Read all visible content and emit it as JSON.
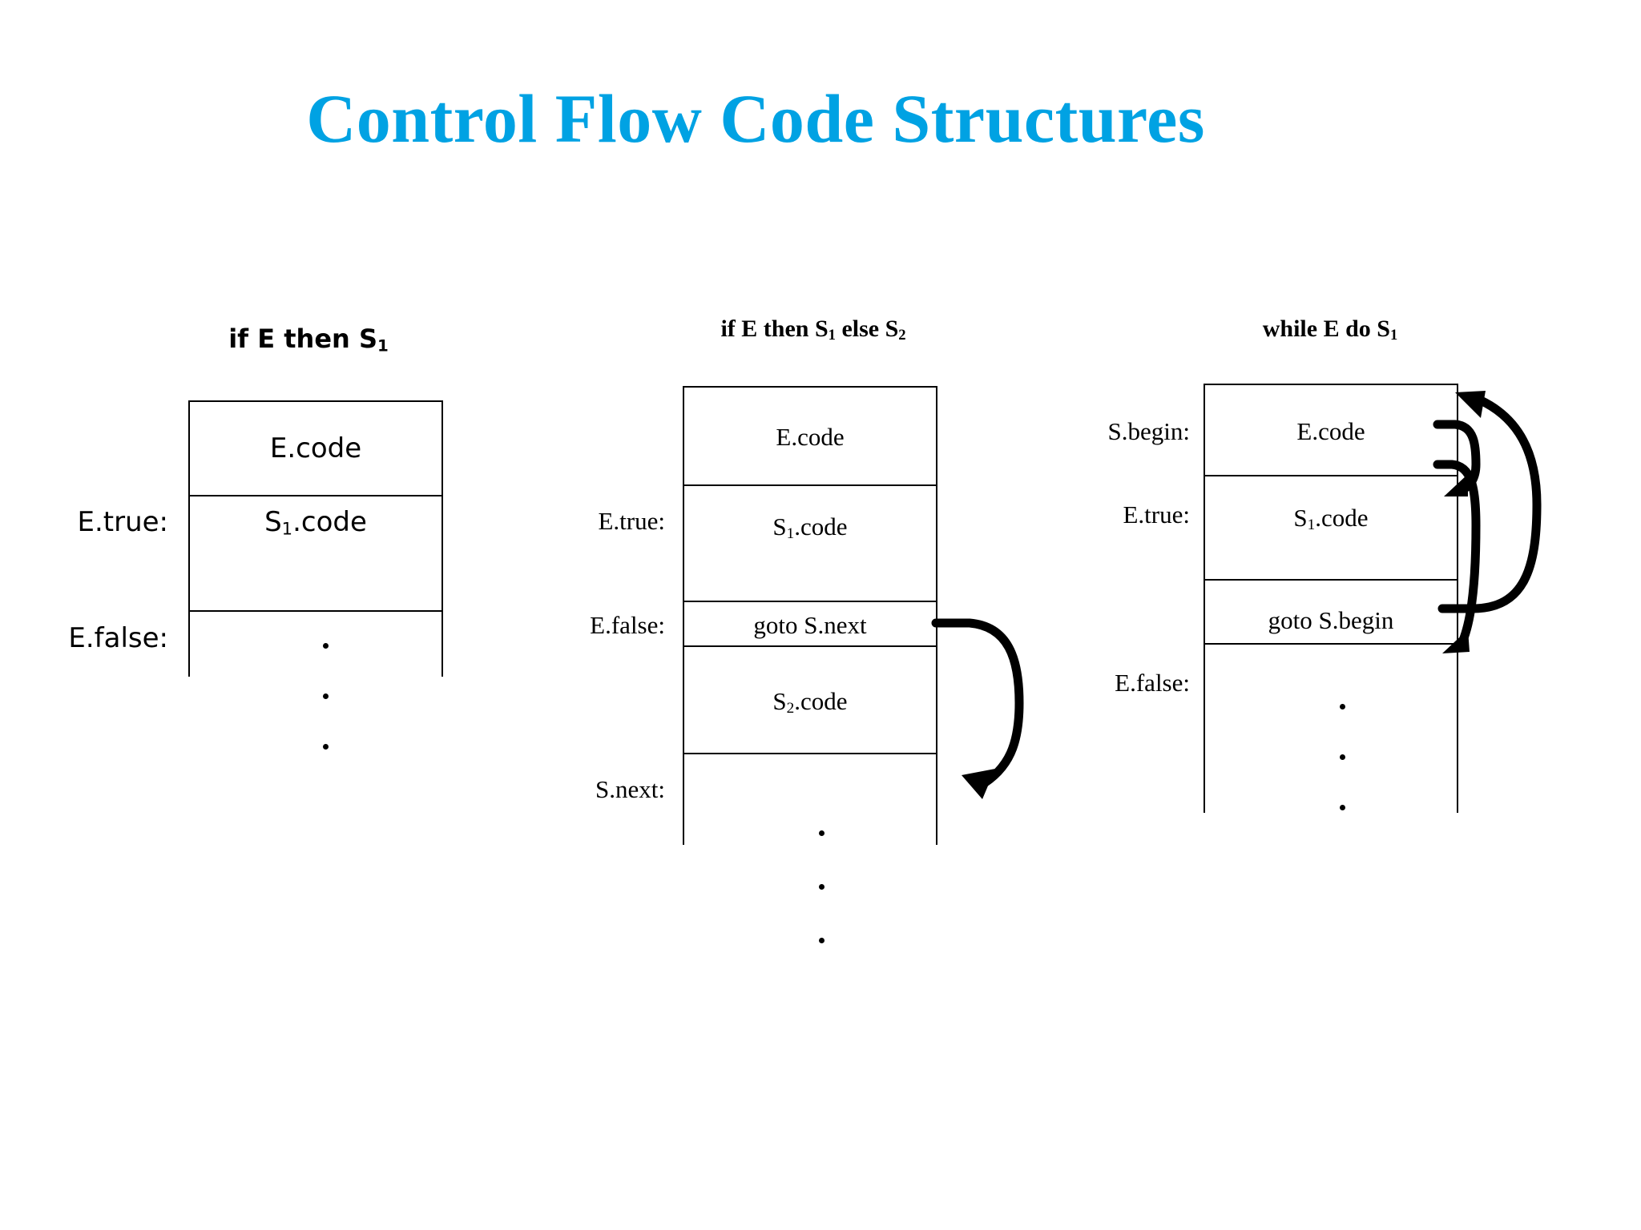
{
  "slide": {
    "title": "Control Flow Code Structures",
    "title_color": "#00a2e3",
    "background": "#ffffff",
    "line_color": "#000000"
  },
  "diagrams": [
    {
      "id": "if-then",
      "header_prefix": "if E then S",
      "header_sub": "1",
      "rows": [
        {
          "text": "E.code",
          "label": ""
        },
        {
          "text": "S",
          "sub": "1",
          "suffix": ".code",
          "label": "E.true:"
        },
        {
          "text": "",
          "label": "E.false:"
        }
      ],
      "labels": [
        "E.true:",
        "E.false:"
      ],
      "cells": [
        "E.code",
        "S₁.code"
      ],
      "dots": 3
    },
    {
      "id": "if-then-else",
      "header_prefix": "if E then S",
      "header_sub": "1",
      "header_mid": " else S",
      "header_sub2": "2",
      "labels": [
        "E.true:",
        "E.false:",
        "S.next:"
      ],
      "cells": [
        "E.code",
        "S₁.code",
        "goto S.next",
        "S₂.code"
      ],
      "cell_goto": "goto S.next",
      "dots": 3
    },
    {
      "id": "while-do",
      "header_prefix": "while E do S",
      "header_sub": "1",
      "labels": [
        "S.begin:",
        "E.true:",
        "E.false:"
      ],
      "cells": [
        "E.code",
        "S₁.code",
        "goto S.begin"
      ],
      "cell_goto": "goto S.begin",
      "dots": 3
    }
  ],
  "d1": {
    "header_a": "if E then S",
    "header_b": "1",
    "cell_ecode": "E.code",
    "cell_s1_a": "S",
    "cell_s1_b": "1",
    "cell_s1_c": ".code",
    "label_etrue": "E.true:",
    "label_efalse": "E.false:"
  },
  "d2": {
    "header_a": "if E then S",
    "header_b": "1",
    "header_c": " else S",
    "header_d": "2",
    "cell_ecode": "E.code",
    "cell_s1_a": "S",
    "cell_s1_b": "1",
    "cell_s1_c": ".code",
    "cell_goto": "goto S.next",
    "cell_s2_a": "S",
    "cell_s2_b": "2",
    "cell_s2_c": ".code",
    "label_etrue": "E.true:",
    "label_efalse": "E.false:",
    "label_snext": "S.next:"
  },
  "d3": {
    "header_a": "while E do S",
    "header_b": "1",
    "cell_ecode": "E.code",
    "cell_s1_a": "S",
    "cell_s1_b": "1",
    "cell_s1_c": ".code",
    "cell_goto": "goto S.begin",
    "label_sbegin": "S.begin:",
    "label_etrue": "E.true:",
    "label_efalse": "E.false:"
  }
}
